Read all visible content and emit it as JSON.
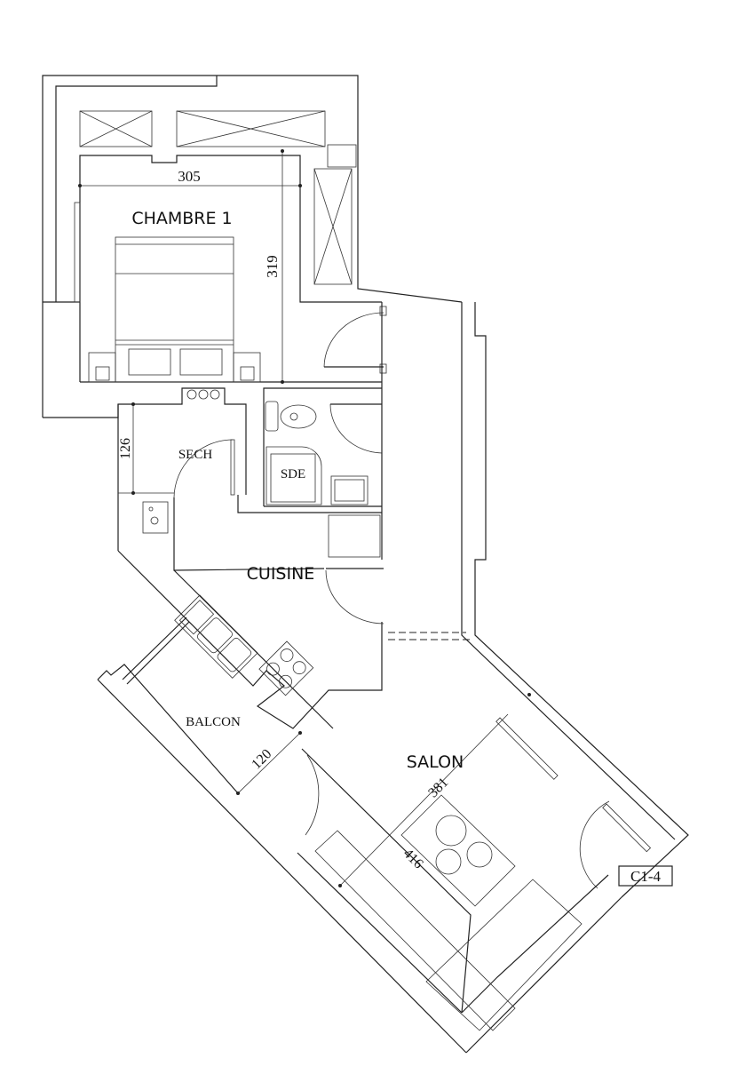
{
  "plan": {
    "rooms": {
      "chambre": "CHAMBRE 1",
      "sech": "SECH",
      "sde": "SDE",
      "cuisine": "CUISINE",
      "balcon": "BALCON",
      "salon": "SALON"
    },
    "dimensions": {
      "chambre_width": "305",
      "chambre_depth": "319",
      "sech_depth": "126",
      "balcon_depth": "120",
      "salon_width": "381",
      "salon_depth": "416"
    },
    "unit_label": "C1-4"
  }
}
